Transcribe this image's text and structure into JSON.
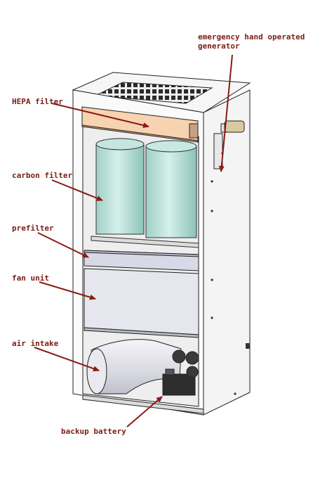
{
  "labels": {
    "generator": "emergency hand operated\ngenerator",
    "hepa": "HEPA filter",
    "carbon": "carbon filter",
    "prefilter": "prefilter",
    "fan": "fan unit",
    "intake": "air intake",
    "battery": "backup battery"
  },
  "colors": {
    "label_text": "#7a1d16",
    "arrow": "#8b1a14",
    "hepa_filter": "#f0c7a4",
    "carbon_filter": "#bfe3dc",
    "housing": "#f2f2f2",
    "fan_unit": "#e6e6ec"
  }
}
